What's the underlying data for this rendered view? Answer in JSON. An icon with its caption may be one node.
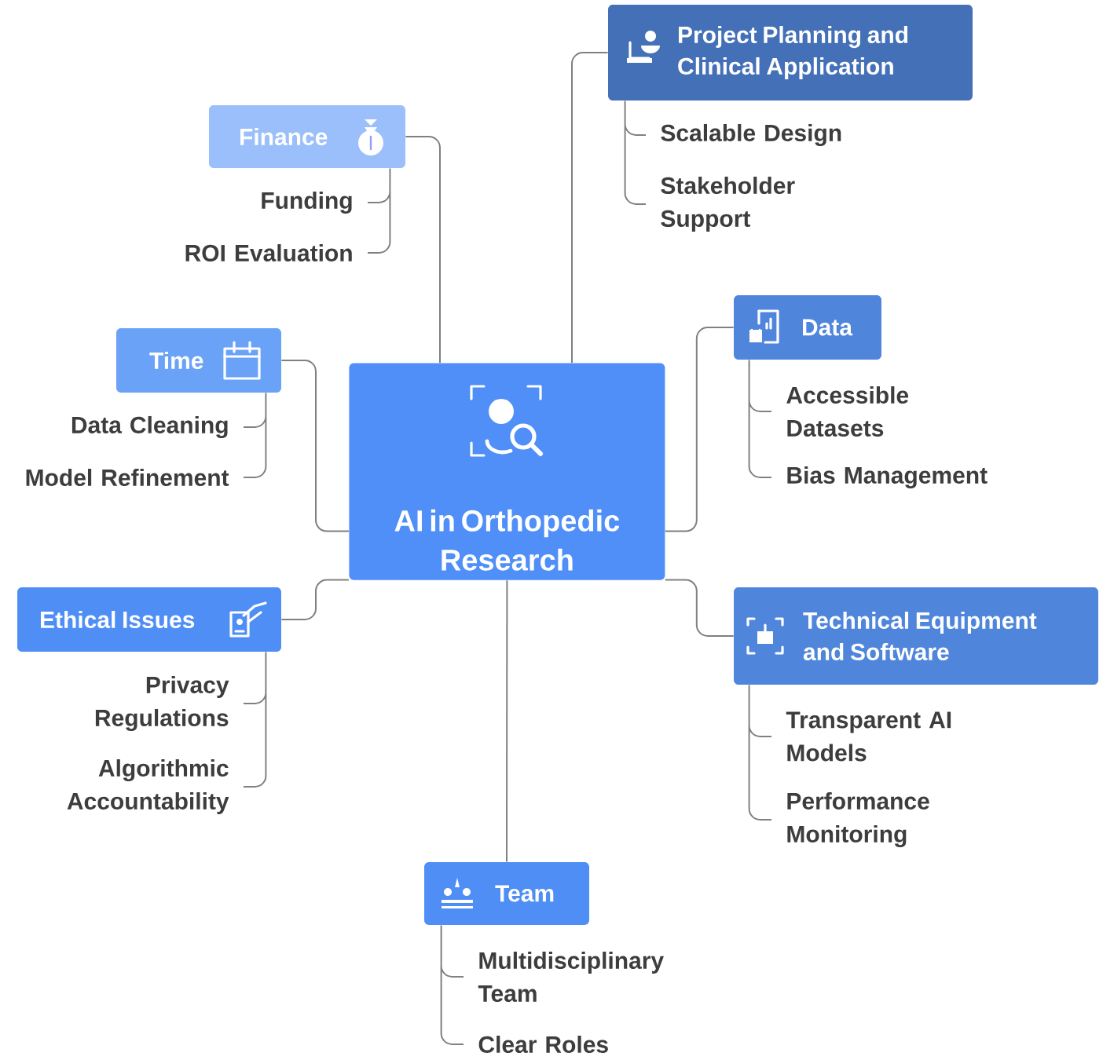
{
  "diagram": {
    "nodes": [
      {
        "text": [
          "AI in Orthopedic Research"
        ]
      },
      {
        "text": [
          "Project Planning and Clinical Application"
        ]
      },
      {
        "text": [
          "Scalable Design"
        ]
      },
      {
        "text": [
          "Stakeholder Support"
        ]
      },
      {
        "text": [
          "Finance"
        ]
      },
      {
        "text": [
          "Funding"
        ]
      },
      {
        "text": [
          "ROI Evaluation"
        ]
      },
      {
        "text": [
          "Data"
        ]
      },
      {
        "text": [
          "Accessible Datasets"
        ]
      },
      {
        "text": [
          "Bias Management"
        ]
      },
      {
        "text": [
          "Time"
        ]
      },
      {
        "text": [
          "Data Cleaning"
        ]
      },
      {
        "text": [
          "Model Refinement"
        ]
      },
      {
        "text": [
          "Ethical Issues"
        ]
      },
      {
        "text": [
          "Privacy Regulations"
        ]
      },
      {
        "text": [
          "Algorithmic Accountability"
        ]
      },
      {
        "text": [
          "Technical Equipment and Software"
        ]
      },
      {
        "text": [
          "Transparent AI Models"
        ]
      },
      {
        "text": [
          "Performance Monitoring"
        ]
      },
      {
        "text": [
          "Team"
        ]
      },
      {
        "text": [
          "Multidisciplinary Team"
        ]
      },
      {
        "text": [
          "Clear Roles"
        ]
      }
    ],
    "edges": [
      {
        "from": 0,
        "to": 1,
        "arrow": "none"
      },
      {
        "from": 0,
        "to": 4,
        "arrow": "none"
      },
      {
        "from": 0,
        "to": 7,
        "arrow": "none"
      },
      {
        "from": 0,
        "to": 10,
        "arrow": "none"
      },
      {
        "from": 0,
        "to": 13,
        "arrow": "none"
      },
      {
        "from": 0,
        "to": 16,
        "arrow": "none"
      },
      {
        "from": 0,
        "to": 19,
        "arrow": "none"
      },
      {
        "from": 1,
        "to": 2,
        "arrow": "none"
      },
      {
        "from": 1,
        "to": 3,
        "arrow": "none"
      },
      {
        "from": 4,
        "to": 5,
        "arrow": "none"
      },
      {
        "from": 4,
        "to": 6,
        "arrow": "none"
      },
      {
        "from": 7,
        "to": 8,
        "arrow": "none"
      },
      {
        "from": 7,
        "to": 9,
        "arrow": "none"
      },
      {
        "from": 10,
        "to": 11,
        "arrow": "none"
      },
      {
        "from": 10,
        "to": 12,
        "arrow": "none"
      },
      {
        "from": 13,
        "to": 14,
        "arrow": "none"
      },
      {
        "from": 13,
        "to": 15,
        "arrow": "none"
      },
      {
        "from": 16,
        "to": 17,
        "arrow": "none"
      },
      {
        "from": 16,
        "to": 18,
        "arrow": "none"
      },
      {
        "from": 19,
        "to": 20,
        "arrow": "none"
      },
      {
        "from": 19,
        "to": 21,
        "arrow": "none"
      }
    ]
  }
}
